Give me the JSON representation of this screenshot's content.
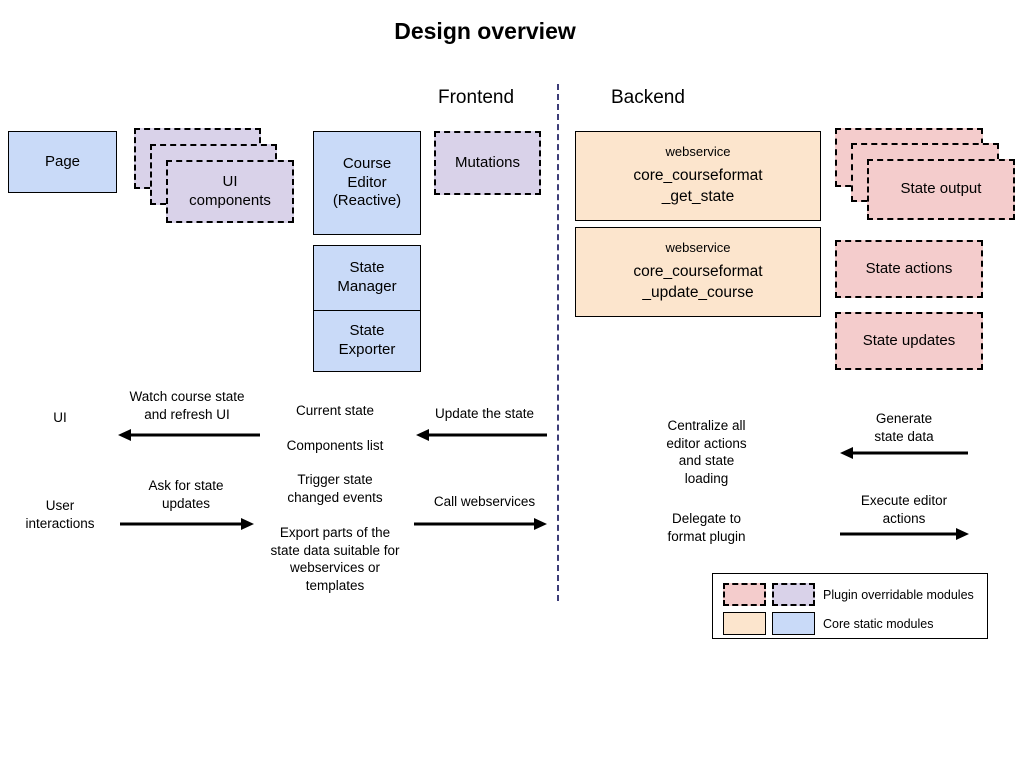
{
  "title": "Design overview",
  "sections": {
    "frontend": "Frontend",
    "backend": "Backend"
  },
  "frontend_boxes": {
    "page": "Page",
    "ui_components": "UI components",
    "course_editor": "Course Editor (Reactive)",
    "mutations": "Mutations",
    "state_manager": "State Manager",
    "state_exporter": "State Exporter"
  },
  "backend_boxes": {
    "webservice_label": "webservice",
    "get_state": {
      "line1": "core_courseformat",
      "line2": "_get_state"
    },
    "update_course": {
      "line1": "core_courseformat",
      "line2": "_update_course"
    },
    "state_output": "State output",
    "state_actions": "State actions",
    "state_updates": "State updates"
  },
  "flow": {
    "ui": "UI",
    "user_interactions": "User interactions",
    "watch_course_state": "Watch course state and refresh UI",
    "ask_for_state_updates": "Ask for state updates",
    "current_state": "Current state",
    "components_list": "Components list",
    "trigger_state_changed": "Trigger state changed events",
    "export_parts": "Export parts of the state data suitable for webservices or templates",
    "update_the_state": "Update the state",
    "call_webservices": "Call webservices",
    "centralize_actions": "Centralize all editor actions and state loading",
    "delegate_to_plugin": "Delegate to format plugin",
    "generate_state_data": "Generate state data",
    "execute_editor_actions": "Execute editor actions"
  },
  "legend": {
    "plugin_overridable": "Plugin overridable modules",
    "core_static": "Core static modules"
  },
  "colors": {
    "light_blue": "#c9daf8",
    "lavender": "#d9d2e9",
    "peach": "#fce5cd",
    "pink": "#f4cccc",
    "divider": "#3c3c78"
  }
}
